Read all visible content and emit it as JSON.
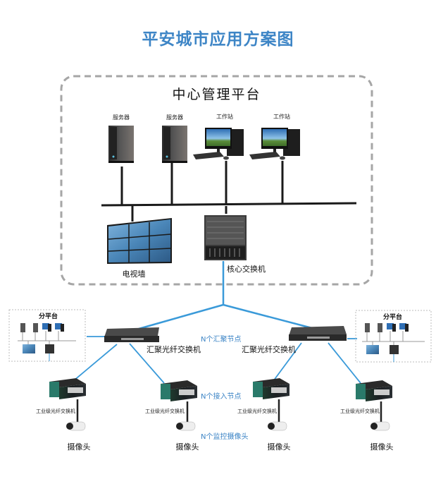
{
  "title": "平安城市应用方案图",
  "center_platform": {
    "title": "中心管理平台",
    "devices": [
      {
        "type": "server",
        "label": "服务器"
      },
      {
        "type": "server",
        "label": "服务器"
      },
      {
        "type": "workstation",
        "label": "工作站"
      },
      {
        "type": "workstation",
        "label": "工作站"
      }
    ],
    "video_wall_label": "电视墙",
    "core_switch_label": "核心交换机"
  },
  "sub_platforms": [
    {
      "title": "分平台",
      "side": "left"
    },
    {
      "title": "分平台",
      "side": "right"
    }
  ],
  "aggregation": {
    "switch_label": "汇聚光纤交换机",
    "node_note": "N个汇聚节点"
  },
  "access": {
    "switch_label": "工业级光纤交换机",
    "node_note": "N个接入节点"
  },
  "cameras": {
    "label": "摄像头",
    "node_note": "N个监控摄像头"
  },
  "colors": {
    "title": "#3d85c6",
    "link_blue": "#3a9ad9",
    "wire_black": "#1a1a1a",
    "dashed_border": "#a6a6a6"
  }
}
